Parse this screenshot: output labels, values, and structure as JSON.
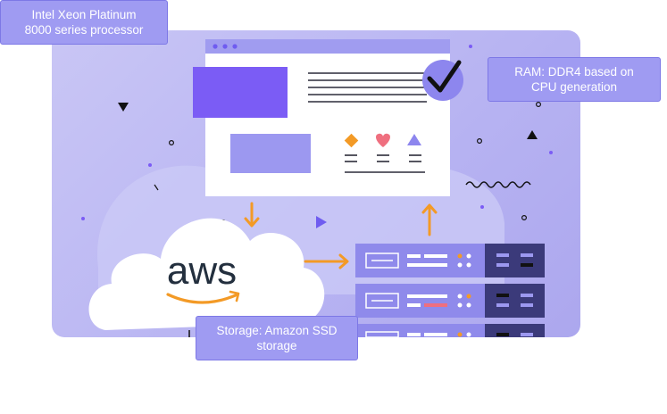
{
  "labels": {
    "processor": {
      "line1": "Intel Xeon Platinum",
      "line2": "8000 series processor"
    },
    "ram": {
      "line1": "RAM: DDR4 based on",
      "line2": "CPU generation"
    },
    "storage": {
      "line1": "Storage: Amazon SSD",
      "line2": "storage"
    }
  },
  "logo": {
    "text": "aws"
  },
  "colors": {
    "panel": "#bdb9f3",
    "browser_bar": "#a09cf0",
    "primary_block": "#7b5cf5",
    "secondary_block": "#9c98f0",
    "accent_orange": "#f39a26",
    "accent_pink": "#ef6f7f",
    "server_body": "#8f8aeb",
    "server_dark": "#3b3a7a",
    "label_bg": "#9f9bf2"
  },
  "icons": [
    "check-icon",
    "diamond-icon",
    "heart-icon",
    "triangle-icon",
    "cloud-icon",
    "server-icon",
    "arrow-icon"
  ]
}
